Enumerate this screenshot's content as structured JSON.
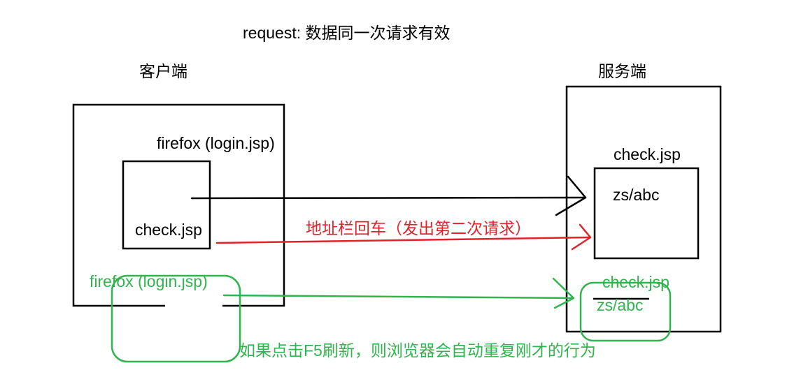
{
  "title": "request: 数据同一次请求有效",
  "client": {
    "heading": "客户端",
    "browser_label": "firefox (login.jsp)",
    "inner_label": "check.jsp"
  },
  "server": {
    "heading": "服务端",
    "label_top": "check.jsp",
    "inner_value": "zs/abc",
    "label_green": "check.jsp",
    "value_green": "zs/abc"
  },
  "annotations": {
    "red_arrow_label": "地址栏回车（发出第二次请求）",
    "green_browser_label": "firefox (login.jsp)",
    "refresh_note": "如果点击F5刷新，则浏览器会自动重复刚才的行为"
  },
  "colors": {
    "black": "#000000",
    "red": "#e0232a",
    "green": "#2fb44e"
  }
}
